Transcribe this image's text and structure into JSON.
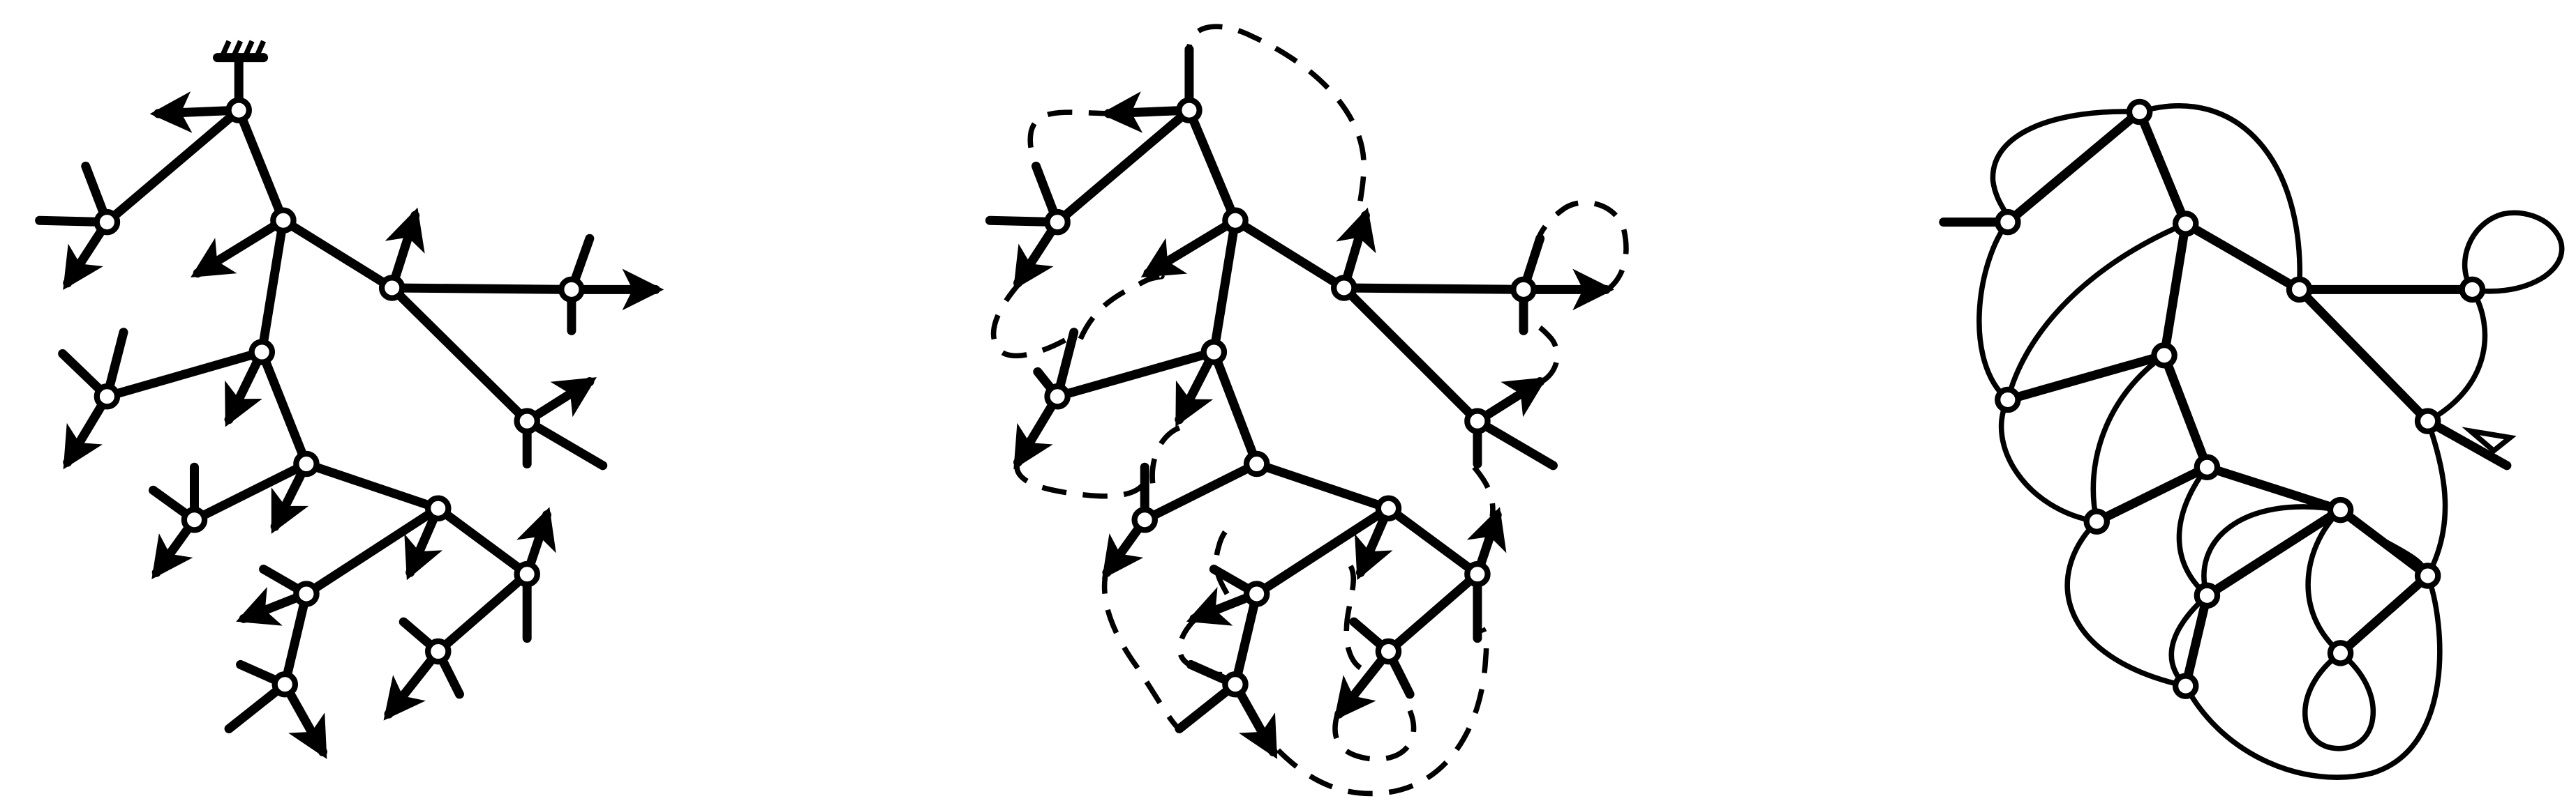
{
  "figure": {
    "panels": [
      {
        "id": "left",
        "kind": "rooted tree with half-edges (arrows and stubs)"
      },
      {
        "id": "middle",
        "kind": "tree with dashed pairing of half-edges"
      },
      {
        "id": "right",
        "kind": "resulting map with thin closing edges"
      }
    ],
    "colors": {
      "stroke": "#000000",
      "node_fill": "#ffffff",
      "background": "#ffffff"
    }
  }
}
